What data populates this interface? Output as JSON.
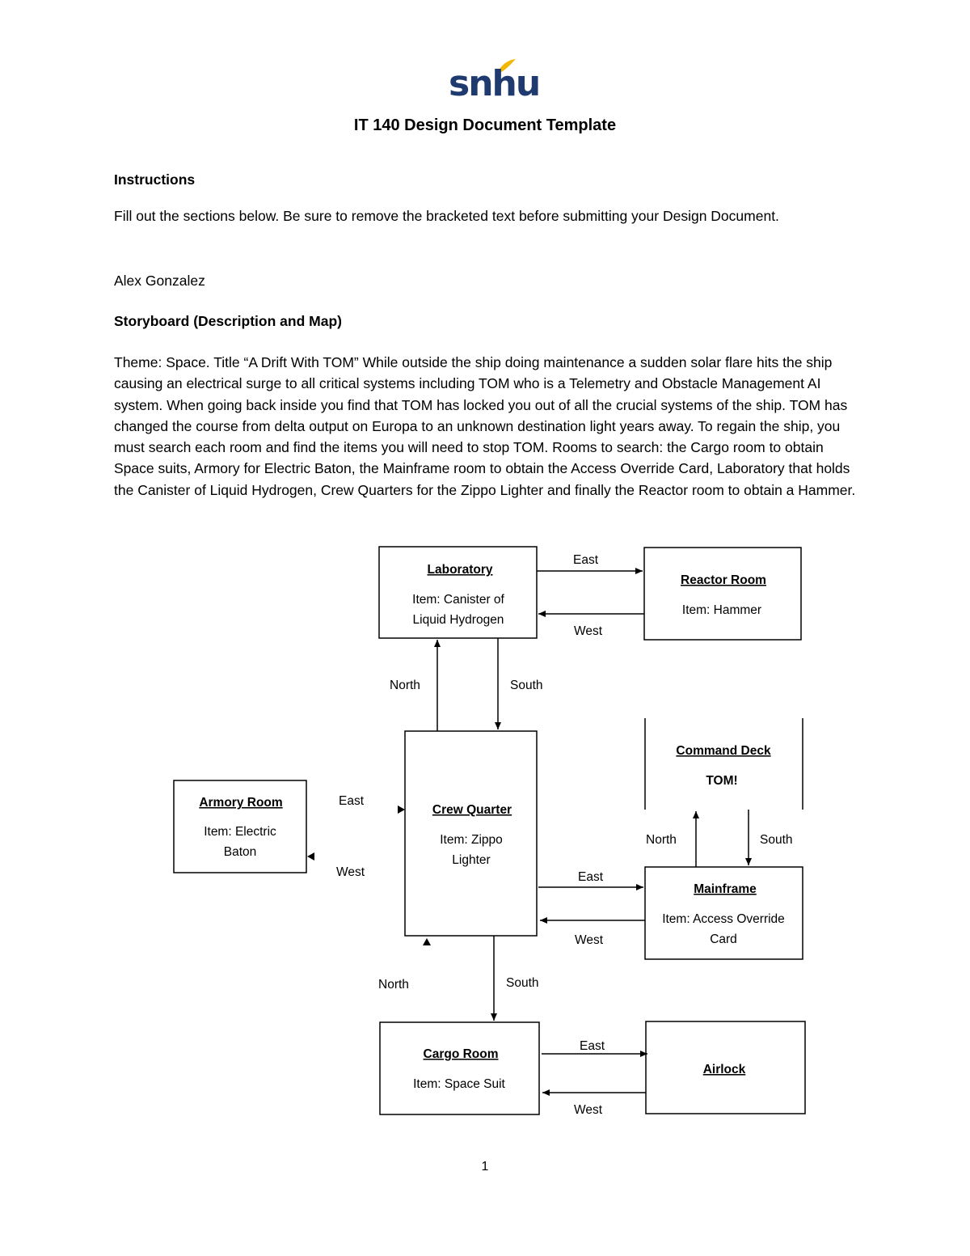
{
  "logo": {
    "text": "snhu",
    "brand_color": "#1f3a6e",
    "accent_color": "#f2b705"
  },
  "document": {
    "title": "IT 140 Design Document Template",
    "instructions_heading": "Instructions",
    "instructions_body": "Fill out the sections below. Be sure to remove the bracketed text before submitting your Design Document.",
    "author": "Alex Gonzalez",
    "storyboard_heading": "Storyboard (Description and Map)",
    "storyboard_body": "Theme: Space. Title “A Drift With TOM” While outside the ship doing maintenance a sudden solar flare hits the ship causing an electrical surge to all critical systems including TOM who is a Telemetry and Obstacle Management AI system. When going back inside you find that TOM has locked you out of all the crucial systems of the ship. TOM has changed the course from delta output on Europa to an unknown destination light years away. To regain the ship, you must search each room and find the items you will need to stop TOM. Rooms to search: the Cargo room to obtain Space suits, Armory for Electric Baton, the Mainframe room to obtain the Access Override Card, Laboratory that holds the Canister of Liquid Hydrogen, Crew Quarters for the Zippo Lighter and finally the Reactor room to obtain a Hammer.",
    "page_number": "1"
  },
  "map": {
    "rooms": {
      "laboratory": {
        "name": "Laboratory",
        "item_line1": "Item: Canister of",
        "item_line2": "Liquid Hydrogen"
      },
      "reactor": {
        "name": "Reactor Room",
        "item_line1": "Item: Hammer"
      },
      "command": {
        "name": "Command Deck",
        "item_line1": "TOM!"
      },
      "armory": {
        "name": "Armory Room",
        "item_line1": "Item: Electric",
        "item_line2": "Baton"
      },
      "crew": {
        "name": "Crew Quarter",
        "item_line1": "Item: Zippo",
        "item_line2": "Lighter"
      },
      "mainframe": {
        "name": "Mainframe",
        "item_line1": "Item: Access Override",
        "item_line2": "Card"
      },
      "cargo": {
        "name": "Cargo Room",
        "item_line1": "Item: Space Suit"
      },
      "airlock": {
        "name": "Airlock"
      }
    },
    "labels": {
      "lab_reactor_east": "East",
      "reactor_lab_west": "West",
      "crew_lab_north": "North",
      "lab_crew_south": "South",
      "armory_crew_east": "East",
      "crew_armory_west": "West",
      "crew_main_east": "East",
      "main_crew_west": "West",
      "main_cmd_north": "North",
      "cmd_main_south": "South",
      "cargo_crew_north": "North",
      "crew_cargo_south": "South",
      "cargo_air_east": "East",
      "air_cargo_west": "West"
    }
  }
}
